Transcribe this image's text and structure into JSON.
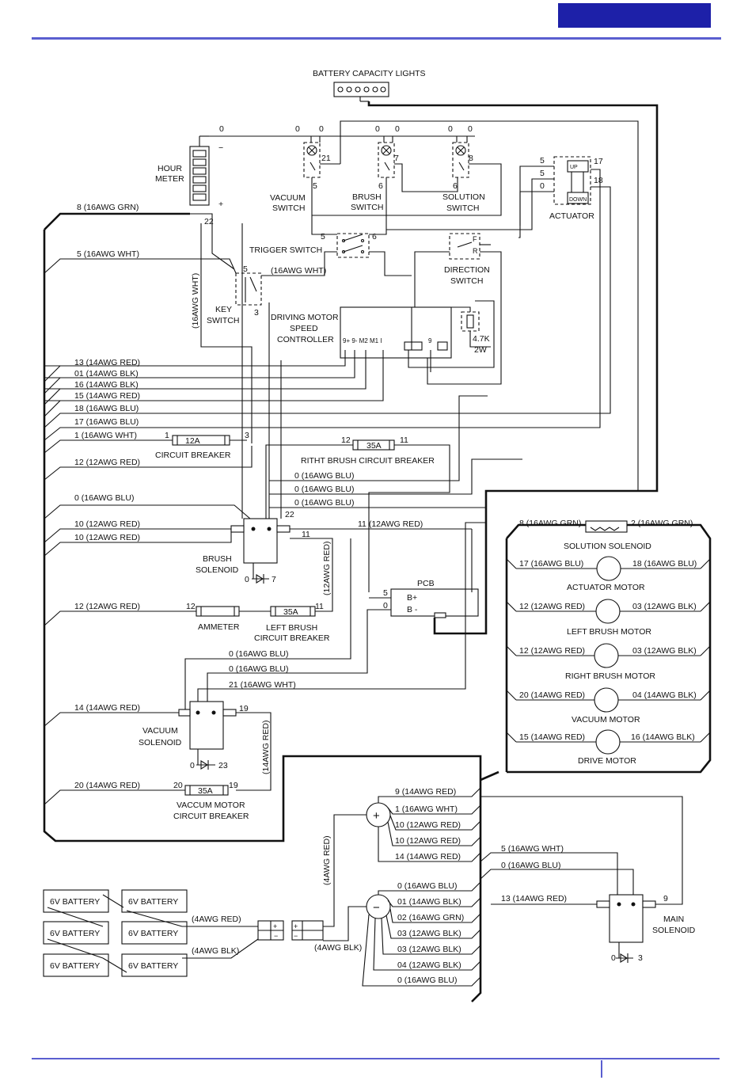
{
  "labels": {
    "battery_capacity_lights": "BATTERY CAPACITY LIGHTS",
    "hour_meter_1": "HOUR",
    "hour_meter_2": "METER",
    "vacuum_switch_1": "VACUUM",
    "vacuum_switch_2": "SWITCH",
    "brush_switch_1": "BRUSH",
    "brush_switch_2": "SWITCH",
    "solution_switch_1": "SOLUTION",
    "solution_switch_2": "SWITCH",
    "actuator": "ACTUATOR",
    "actuator_up": "UP",
    "actuator_down": "DOWN",
    "trigger_switch": "TRIGGER SWITCH",
    "direction_switch_1": "DIRECTION",
    "direction_switch_2": "SWITCH",
    "direction_f": "F",
    "direction_r": "R",
    "key_switch_1": "KEY",
    "key_switch_2": "SWITCH",
    "controller_1": "DRIVING MOTOR",
    "controller_2": "SPEED",
    "controller_3": "CONTROLLER",
    "resistor_1": "4.7K",
    "resistor_2": "2W",
    "circuit_breaker": "CIRCUIT BREAKER",
    "right_brush_cb": "RITHT BRUSH CIRCUIT BREAKER",
    "brush_solenoid_1": "BRUSH",
    "brush_solenoid_2": "SOLENOID",
    "ammeter": "AMMETER",
    "left_brush_cb_1": "LEFT BRUSH",
    "left_brush_cb_2": "CIRCUIT BREAKER",
    "pcb": "PCB",
    "pcb_bplus": "B+",
    "pcb_bminus": "B -",
    "vacuum_solenoid_1": "VACUUM",
    "vacuum_solenoid_2": "SOLENOID",
    "vacuum_motor_cb_1": "VACCUM MOTOR",
    "vacuum_motor_cb_2": "CIRCUIT BREAKER",
    "solution_solenoid": "SOLUTION SOLENOID",
    "actuator_motor": "ACTUATOR MOTOR",
    "left_brush_motor": "LEFT BRUSH MOTOR",
    "right_brush_motor": "RIGHT BRUSH MOTOR",
    "vacuum_motor": "VACUUM MOTOR",
    "drive_motor": "DRIVE MOTOR",
    "main_solenoid_1": "MAIN",
    "main_solenoid_2": "SOLENOID",
    "battery": "6V BATTERY",
    "breaker_12a": "12A",
    "breaker_35a": "35A",
    "hm_minus": "−",
    "hm_plus": "+",
    "plus_sign": "+",
    "minus_sign": "−",
    "ctrl_pins": "9+ 9-   M2    M1     I",
    "ctrl_pin9": "9"
  },
  "wires_left": [
    "8  (16AWG GRN)",
    "5  (16AWG WHT)",
    "13 (14AWG RED)",
    "01 (14AWG BLK)",
    "16 (14AWG BLK)",
    "15 (14AWG RED)",
    "18 (16AWG BLU)",
    "17 (16AWG BLU)",
    "1   (16AWG WHT)",
    "12  (12AWG RED)",
    "0  (16AWG BLU)",
    "10 (12AWG RED)",
    "10 (12AWG RED)",
    "12 (12AWG RED)",
    "14 (14AWG RED)",
    "20 (14AWG RED)"
  ],
  "wires_mid": {
    "key_wht": "(16AWG WHT)",
    "vertical_wht": "(16AWG WHT)",
    "b1": "0   (16AWG BLU)",
    "b2": "0   (16AWG BLU)",
    "b3": "0   (16AWG BLU)",
    "red11": "11 (12AWG RED)",
    "vert_red12": "(12AWG RED)",
    "v1": "0     (16AWG BLU)",
    "v2": "0     (16AWG BLU)",
    "v3": "21    (16AWG WHT)",
    "vert_red14": "(14AWG RED)",
    "vert_red4": "(4AWG RED)"
  },
  "motor_wires": {
    "ss_left": "8 (16AWG GRN)",
    "ss_right": "2 (16AWG GRN)",
    "am_left": "17 (16AWG BLU)",
    "am_right": "18 (16AWG BLU)",
    "lb_left": "12 (12AWG RED)",
    "lb_right": "03 (12AWG BLK)",
    "rb_left": "12 (12AWG RED)",
    "rb_right": "03 (12AWG BLK)",
    "vm_left": "20 (14AWG RED)",
    "vm_right": "04 (14AWG BLK)",
    "dm_left": "15 (14AWG RED)",
    "dm_right": "16 (14AWG BLK)"
  },
  "bus_plus": [
    "9 (14AWG RED)",
    "1  (16AWG WHT)",
    "10  (12AWG RED)",
    "10  (12AWG RED)",
    "14  (14AWG RED)"
  ],
  "bus_minus": [
    "0    (16AWG BLU)",
    "01  (14AWG BLK)",
    "02  (16AWG GRN)",
    "03  (12AWG BLK)",
    "03  (12AWG BLK)",
    "04  (12AWG BLK)",
    "0    (16AWG BLU)"
  ],
  "main_wires": {
    "wht5": "5  (16AWG WHT)",
    "blu0": "0  (16AWG BLU)",
    "red13": "13  (14AWG RED)"
  },
  "battery_wires": {
    "red4": "(4AWG RED)",
    "blk4_a": "(4AWG BLK)",
    "blk4_b": "(4AWG BLK)"
  },
  "terminals": {
    "n0": "0",
    "n3": "3",
    "n5": "5",
    "n6": "6",
    "n7": "7",
    "n8": "8",
    "n9": "9",
    "n11": "11",
    "n12": "12",
    "n17": "17",
    "n18": "18",
    "n19": "19",
    "n20": "20",
    "n21": "21",
    "n22": "22",
    "n23": "23",
    "n1": "1"
  },
  "colors": {
    "header_box": "#1d20a8",
    "rule": "#5a5fd0",
    "wire": "#111111"
  }
}
